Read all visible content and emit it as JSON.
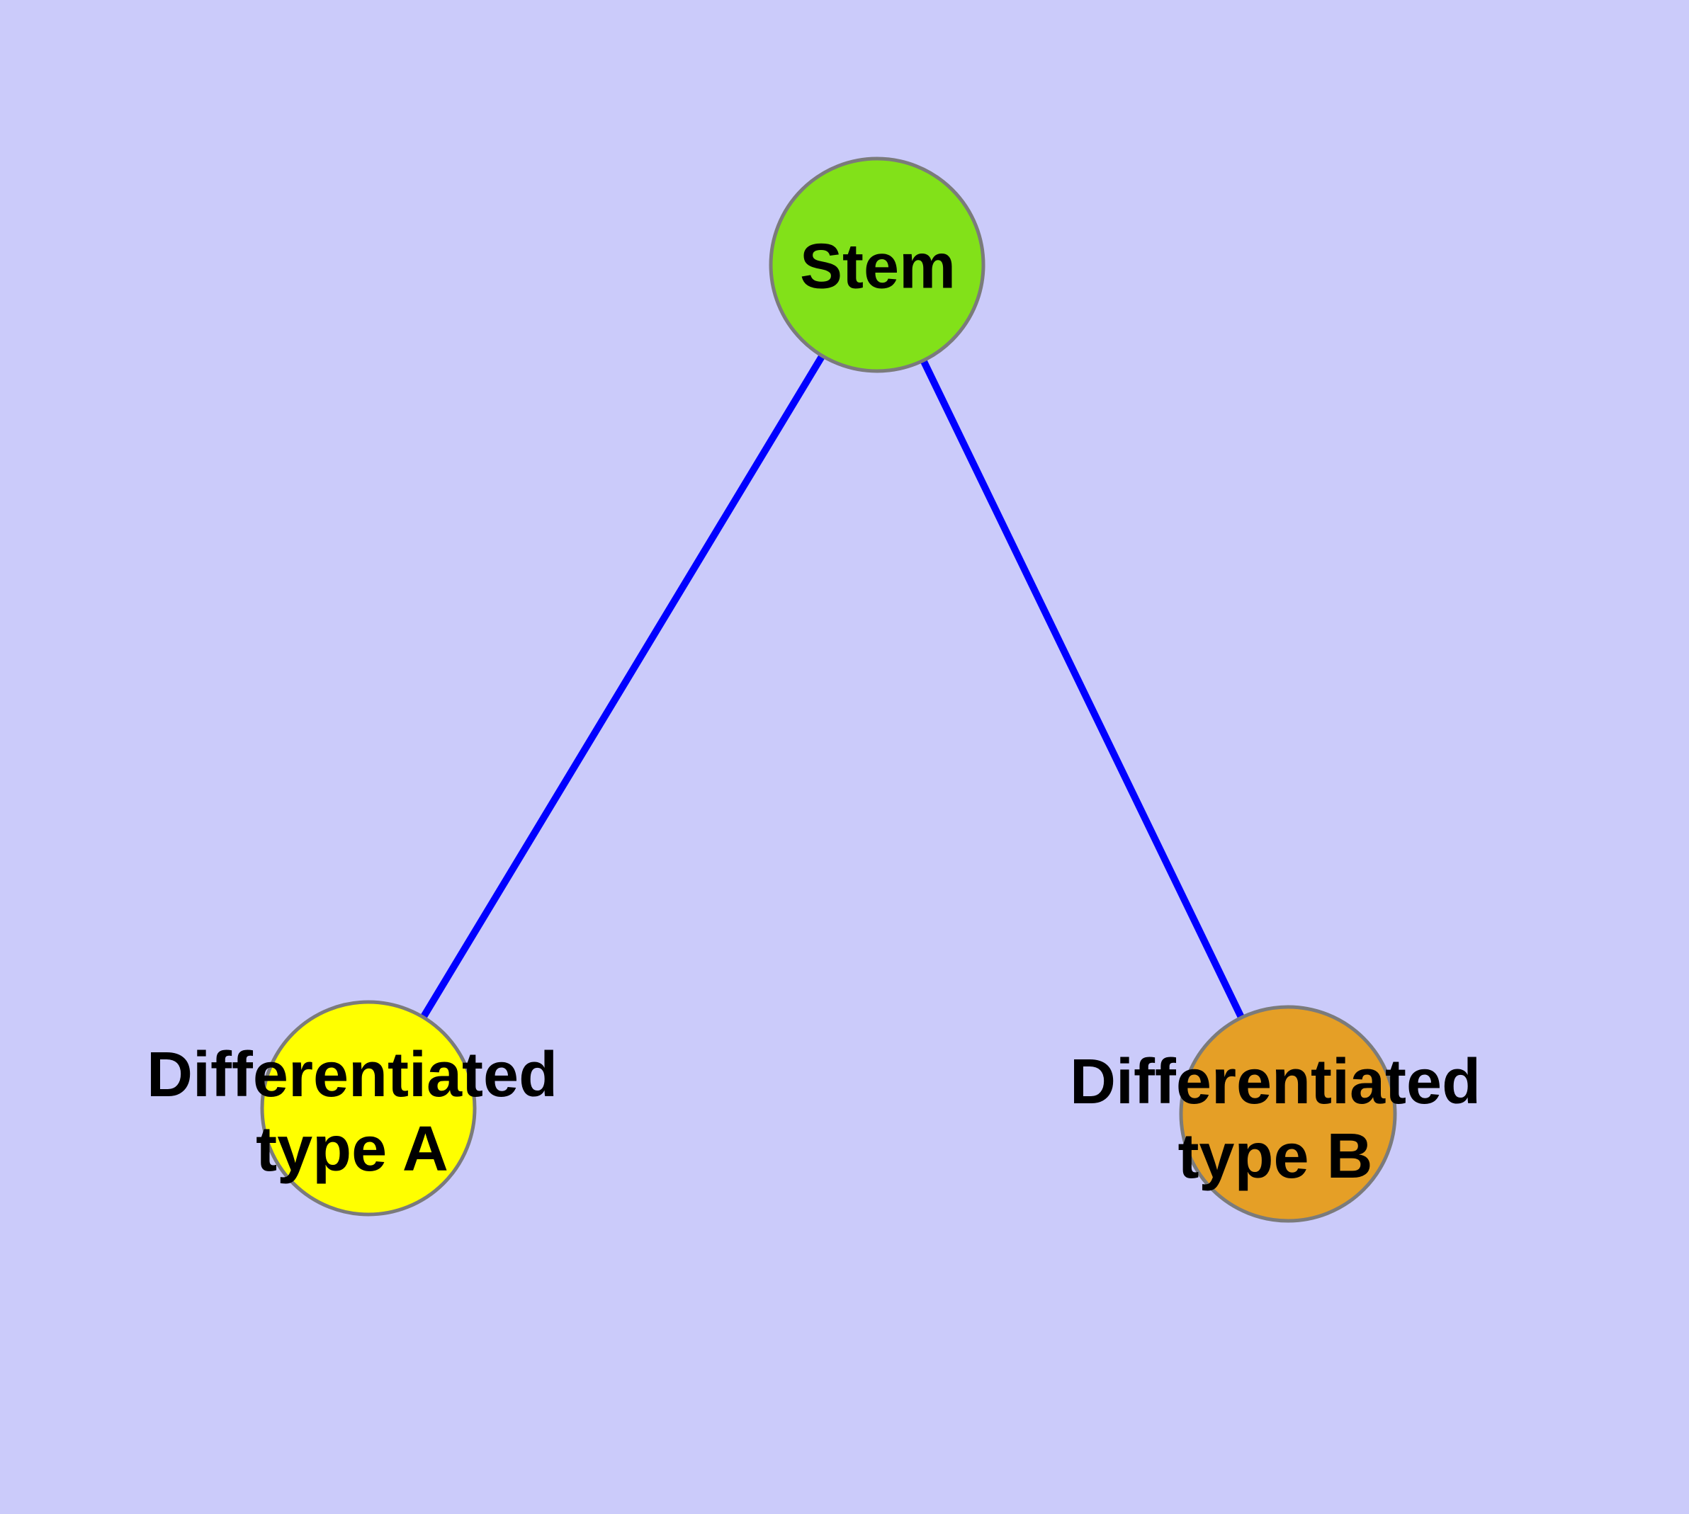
{
  "diagram": {
    "type": "graph",
    "colors": {
      "background": "#CBCBFA",
      "edge": "#0000FF",
      "node_border": "#7B7B7B",
      "label_text": "#000000"
    },
    "nodes": [
      {
        "id": "stem",
        "lines": [
          "Stem"
        ],
        "fill": "#82E119"
      },
      {
        "id": "differentiated-type-a",
        "lines": [
          "Differentiated",
          "type A"
        ],
        "fill": "#FFFF00"
      },
      {
        "id": "differentiated-type-b",
        "lines": [
          "Differentiated",
          "type B"
        ],
        "fill": "#E59F26"
      }
    ],
    "edges": [
      {
        "from": "stem",
        "to": "differentiated-type-a"
      },
      {
        "from": "stem",
        "to": "differentiated-type-b"
      }
    ]
  }
}
